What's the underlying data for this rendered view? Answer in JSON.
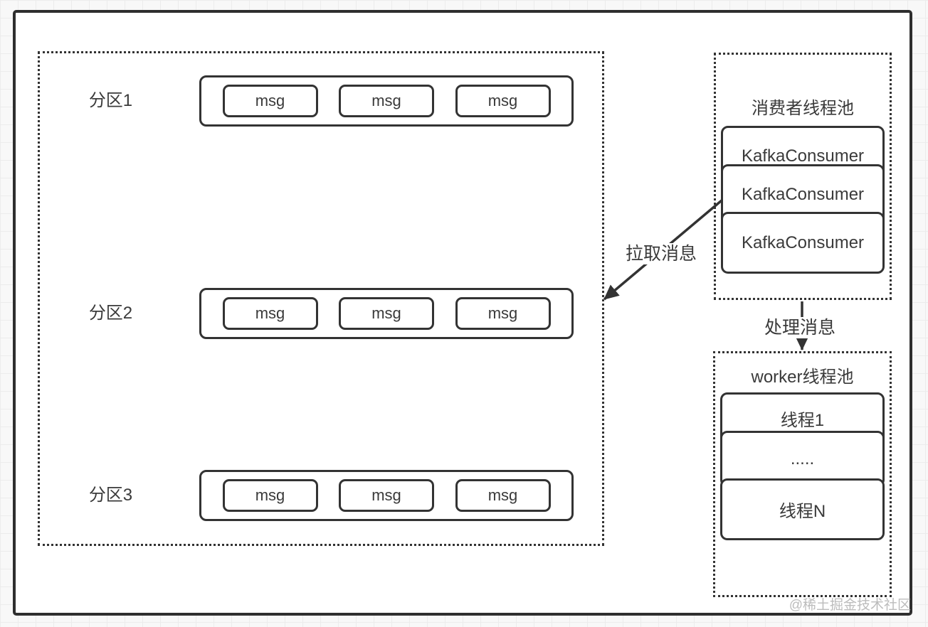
{
  "diagram": {
    "partitions": {
      "rows": [
        {
          "label": "分区1",
          "messages": [
            "msg",
            "msg",
            "msg"
          ]
        },
        {
          "label": "分区2",
          "messages": [
            "msg",
            "msg",
            "msg"
          ]
        },
        {
          "label": "分区3",
          "messages": [
            "msg",
            "msg",
            "msg"
          ]
        }
      ]
    },
    "consumer_pool": {
      "title": "消费者线程池",
      "items": [
        "KafkaConsumer",
        "KafkaConsumer",
        "KafkaConsumer"
      ]
    },
    "worker_pool": {
      "title": "worker线程池",
      "items": [
        "线程1",
        ".....",
        "线程N"
      ]
    },
    "arrows": {
      "pull_label": "拉取消息",
      "process_label": "处理消息"
    },
    "watermark": "@稀土掘金技术社区",
    "colors": {
      "stroke": "#333333",
      "text": "#3a3a3a",
      "watermark": "#b1b1b1",
      "grid_line": "#ececec",
      "canvas_bg": "#f8f8f8",
      "frame_bg": "#ffffff"
    }
  }
}
